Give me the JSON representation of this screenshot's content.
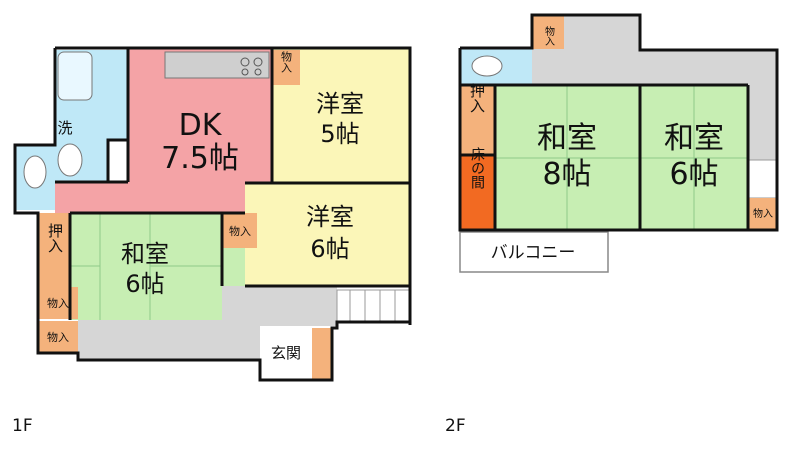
{
  "floor1": {
    "label": "1F",
    "rooms": {
      "dk": {
        "name": "DK",
        "size": "7.5帖"
      },
      "yoshitsu5": {
        "name": "洋室",
        "size": "5帖"
      },
      "yoshitsu6": {
        "name": "洋室",
        "size": "6帖"
      },
      "washitsu6": {
        "name": "和室",
        "size": "6帖"
      },
      "wash": "洗",
      "genkan": "玄関",
      "oshiire": "押入",
      "storage_top": "物入",
      "storage_mid": "物入",
      "storage_left1": "物入",
      "storage_left2": "物入"
    }
  },
  "floor2": {
    "label": "2F",
    "rooms": {
      "washitsu8": {
        "name": "和室",
        "size": "8帖"
      },
      "washitsu6": {
        "name": "和室",
        "size": "6帖"
      },
      "oshiire": "押入",
      "tokonoma": "床の間",
      "storage_top": "物入",
      "storage_right": "物入",
      "balcony": "バルコニー"
    }
  },
  "colors": {
    "dk": "#f4a3a6",
    "yoshitsu": "#fbf6b8",
    "washitsu": "#c7eeb3",
    "corridor": "#d6d6d6",
    "storage": "#f4b27c",
    "tokonoma": "#f26a22",
    "wet": "#bfe8f7",
    "wall": "#111111"
  }
}
